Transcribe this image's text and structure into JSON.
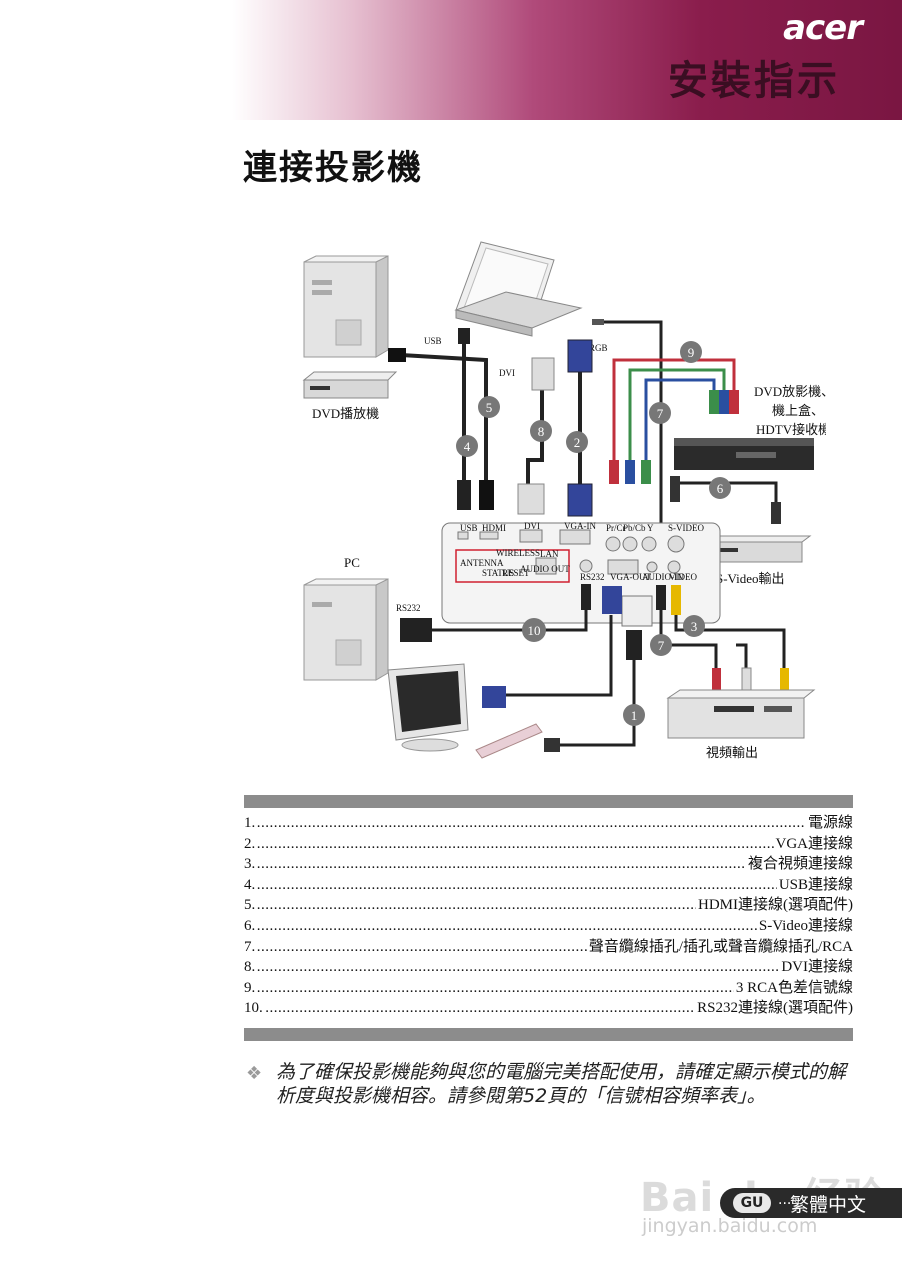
{
  "header": {
    "logo": "acer",
    "title": "安裝指示"
  },
  "page_title": "連接投影機",
  "diagram": {
    "labels": {
      "usb": "USB",
      "rgb": "RGB",
      "dvi": "DVI",
      "dvd_player": "DVD播放機",
      "dvd_multi_1": "DVD放影機、",
      "dvd_multi_2": "機上盒、",
      "dvd_multi_3": "HDTV接收機",
      "pc": "PC",
      "rs232": "RS232",
      "svideo_out": "S-Video輸出",
      "video_out": "視頻輸出"
    },
    "port_labels": {
      "usb": "USB",
      "hdmi": "HDMI",
      "dvi": "DVI",
      "vga_in": "VGA-IN",
      "prcr": "Pr/Cr",
      "pbcb": "Pb/Cb",
      "y": "Y",
      "svideo": "S-VIDEO",
      "wireless": "WIRELESS",
      "antenna": "ANTENNA",
      "status": "STATUS",
      "reset": "RESET",
      "audio_out": "AUDIO OUT",
      "lan": "LAN",
      "rs232": "RS232",
      "vga_out": "VGA-OUT",
      "audio_in": "AUDIO-IN",
      "video": "VIDEO"
    },
    "callouts": [
      "1",
      "2",
      "3",
      "4",
      "5",
      "6",
      "7",
      "8",
      "9",
      "10"
    ]
  },
  "legend": [
    {
      "num": "1.",
      "name": "電源線"
    },
    {
      "num": "2.",
      "name": "VGA連接線"
    },
    {
      "num": "3.",
      "name": "複合視頻連接線"
    },
    {
      "num": "4.",
      "name": "USB連接線"
    },
    {
      "num": "5.",
      "name": "HDMI連接線(選項配件)"
    },
    {
      "num": "6.",
      "name": "S-Video連接線"
    },
    {
      "num": "7.",
      "name": "聲音纜線插孔/插孔或聲音纜線插孔/RCA"
    },
    {
      "num": "8.",
      "name": "DVI連接線"
    },
    {
      "num": "9.",
      "name": "3 RCA色差信號線"
    },
    {
      "num": "10.",
      "name": "RS232連接線(選項配件)"
    }
  ],
  "note": {
    "icon": "diamond-bullet-icon",
    "text": "為了確保投影機能夠與您的電腦完美搭配使用，請確定顯示模式的解析度與投影機相容。請參閱第52頁的「信號相容頻率表」。"
  },
  "footer": {
    "code": "GU",
    "dots": "...",
    "language": "繁體中文"
  },
  "watermark": {
    "brand": "Bai du 经验",
    "url": "jingyan.baidu.com"
  },
  "colors": {
    "header_dark": "#7a1642",
    "header_light": "#e6bfd0",
    "bar": "#8c8c8c",
    "footer_tab": "#2a2a2a"
  }
}
